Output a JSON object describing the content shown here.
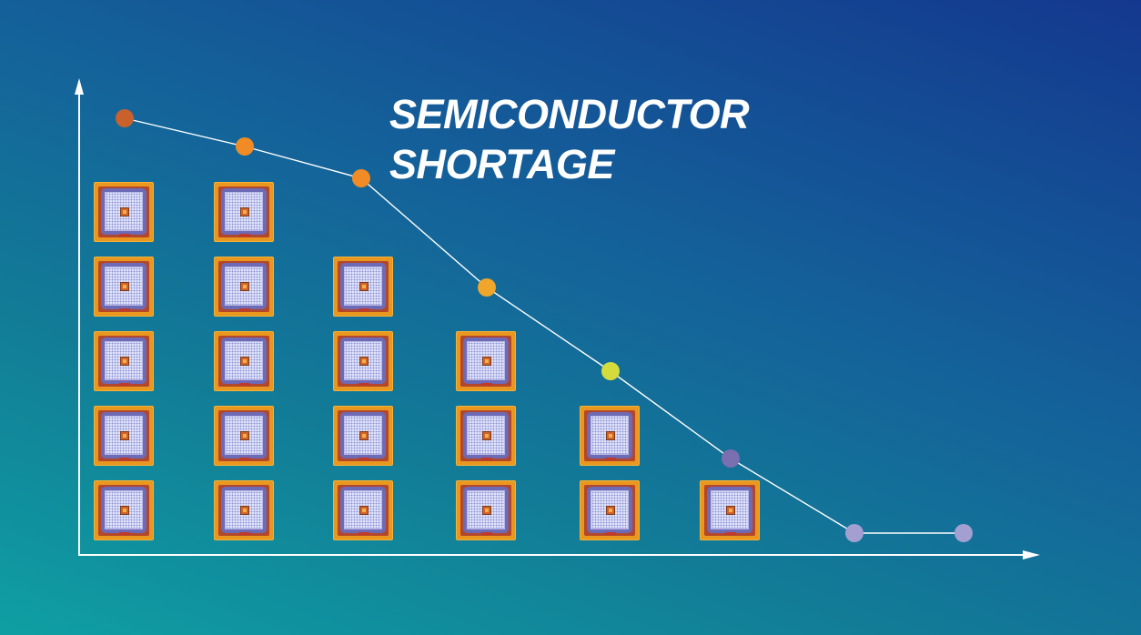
{
  "title_lines": [
    "SEMICONDUCTOR",
    "SHORTAGE"
  ],
  "colors": {
    "axis": "#ffffff",
    "line": "#ffffff",
    "point_colors": [
      "#c8612c",
      "#f08b25",
      "#f08b25",
      "#f0a62a",
      "#d4db3c",
      "#7a6fb0",
      "#a39fd0",
      "#a39fd0"
    ]
  },
  "trend_points_count": 8,
  "chip_stack_heights": [
    5,
    5,
    4,
    3,
    2,
    1
  ],
  "icon": "semiconductor-chip-icon"
}
